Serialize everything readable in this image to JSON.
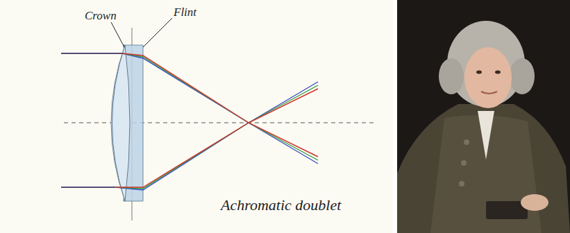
{
  "diagram": {
    "labels": [
      "Crown",
      "Flint",
      "Achromatic doublet"
    ]
  }
}
